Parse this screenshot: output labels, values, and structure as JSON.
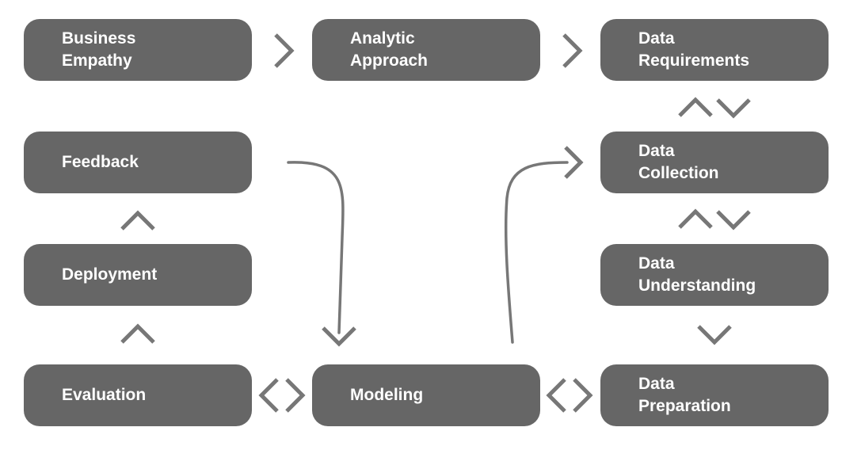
{
  "steps": {
    "business_empathy": [
      "Business",
      "Empathy"
    ],
    "analytic_approach": [
      "Analytic",
      "Approach"
    ],
    "data_requirements": [
      "Data",
      "Requirements"
    ],
    "feedback": [
      "Feedback"
    ],
    "data_collection": [
      "Data",
      "Collection"
    ],
    "deployment": [
      "Deployment"
    ],
    "data_understanding": [
      "Data",
      "Understanding"
    ],
    "evaluation": [
      "Evaluation"
    ],
    "modeling": [
      "Modeling"
    ],
    "data_preparation": [
      "Data",
      "Preparation"
    ]
  },
  "colors": {
    "box_fill": "#666666",
    "box_text": "#ffffff",
    "arrow": "#777777"
  }
}
